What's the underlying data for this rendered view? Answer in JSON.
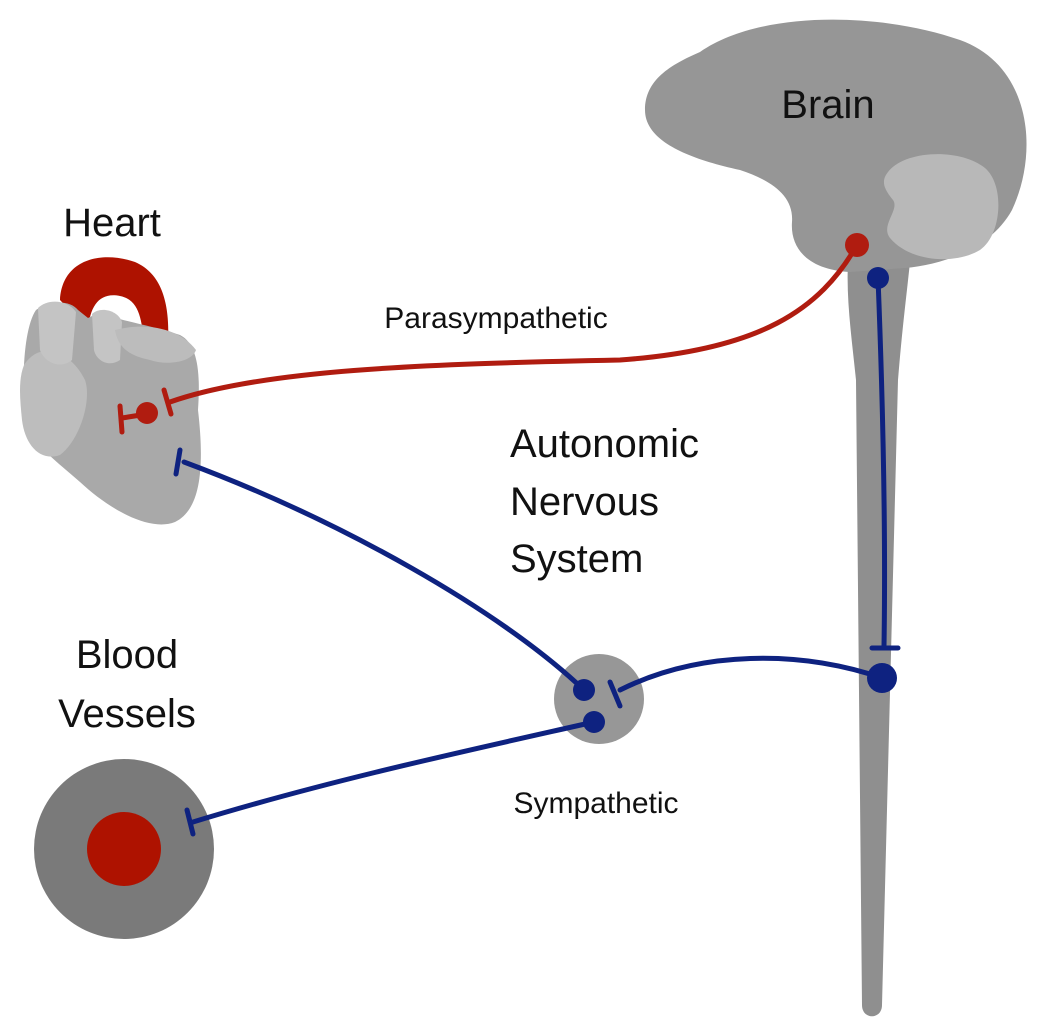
{
  "labels": {
    "brain": "Brain",
    "heart": "Heart",
    "blood_vessels": [
      "Blood",
      "Vessels"
    ],
    "parasympathetic": "Parasympathetic",
    "sympathetic": "Sympathetic",
    "ans": [
      "Autonomic",
      "Nervous",
      "System"
    ]
  },
  "colors": {
    "parasympathetic": "#b01c10",
    "sympathetic": "#0e2280",
    "organ_dark": "#8e8e8e",
    "organ_light": "#b4b4b4",
    "vessel_outer": "#7a7a7a",
    "vessel_inner": "#ae1200"
  }
}
